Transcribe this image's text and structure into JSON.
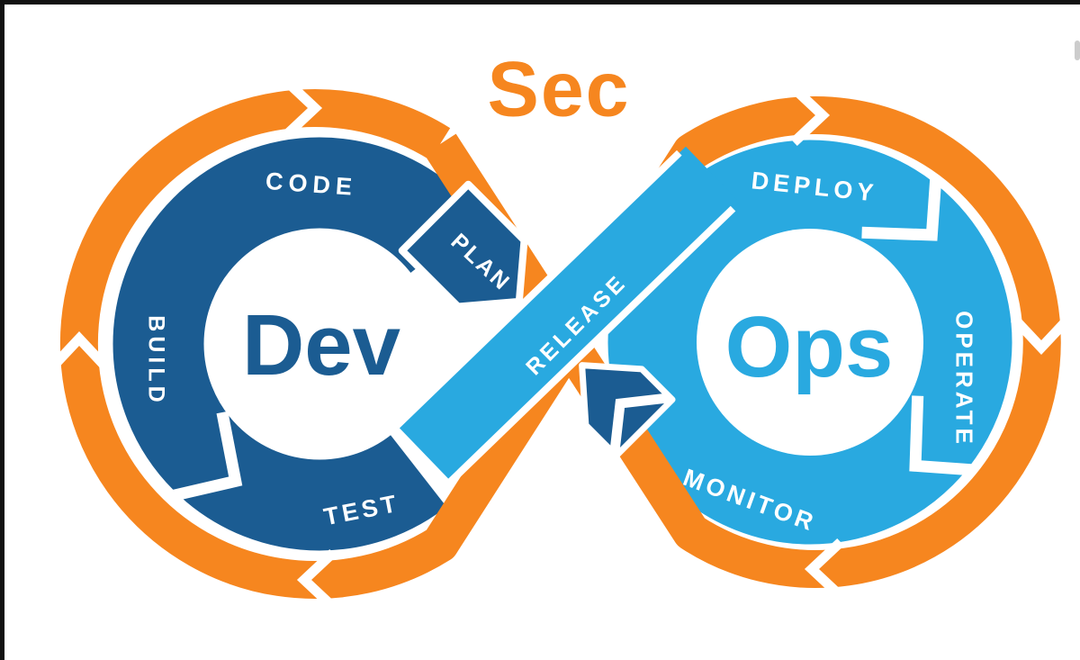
{
  "colors": {
    "background": "#FFFFFF",
    "orange": "#F6861F",
    "dark_blue": "#1B5C92",
    "light_blue": "#29A9E0",
    "label_white": "#FFFFFF",
    "border_black": "#111111",
    "scrollbar_gray": "#CCCCCC"
  },
  "diagram": {
    "security_label": "Sec",
    "release_label": "RELEASE",
    "dev_loop": {
      "center_label": "Dev",
      "stages": {
        "code": "CODE",
        "plan": "PLAN",
        "build": "BUILD",
        "test": "TEST"
      }
    },
    "ops_loop": {
      "center_label": "Ops",
      "stages": {
        "deploy": "DEPLOY",
        "operate": "OPERATE",
        "monitor": "MONITOR"
      }
    }
  }
}
